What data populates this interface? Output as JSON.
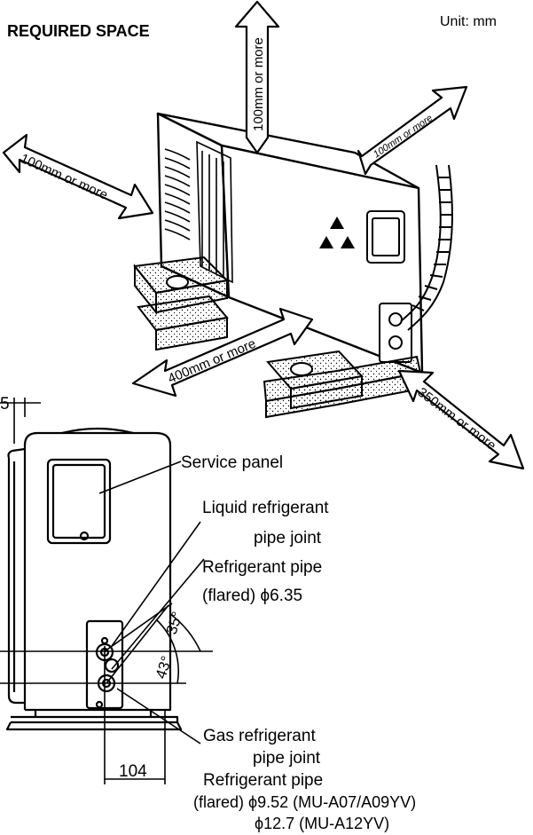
{
  "header": {
    "title": "REQUIRED SPACE",
    "unit": "Unit: mm"
  },
  "clearances": {
    "top": "100mm or more",
    "back_right": "100mm or more",
    "left": "100mm or more",
    "front": "400mm or more",
    "right": "350mm or more"
  },
  "dimensions": {
    "side_small": "5",
    "bottom_width": "104",
    "angle_top": "35°",
    "angle_bottom": "43°"
  },
  "callouts": {
    "service_panel": "Service  panel",
    "liquid_line1": "Liquid refrigerant",
    "liquid_line2": "pipe joint",
    "liquid_line3": "Refrigerant pipe",
    "liquid_line4": "(flared) ϕ6.35",
    "gas_line1": "Gas refrigerant",
    "gas_line2": "pipe joint",
    "gas_line3": "Refrigerant pipe",
    "gas_line4": "(flared) ϕ9.52 (MU-A07/A09YV)",
    "gas_line5": "ϕ12.7 (MU-A12YV)"
  },
  "colors": {
    "line": "#000000",
    "paper": "#ffffff"
  }
}
